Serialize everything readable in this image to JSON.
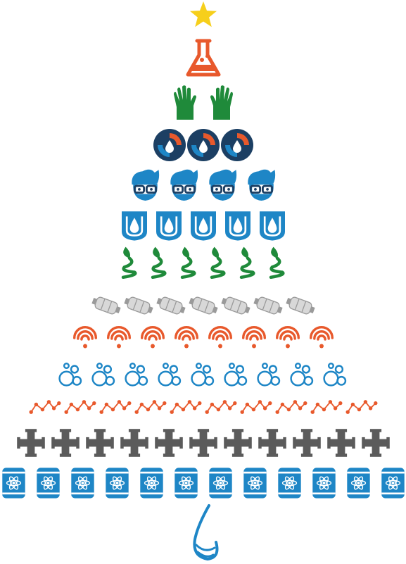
{
  "colors": {
    "star": "#f6cf1b",
    "orange": "#e8592c",
    "green": "#1f8a3a",
    "blue": "#1e86c6",
    "navy": "#1c3f63",
    "grey": "#5b5b5b",
    "skin": "#f2f2f2"
  },
  "tiers": [
    {
      "icon": "star-icon",
      "count": 1
    },
    {
      "icon": "flask-icon",
      "count": 1
    },
    {
      "icon": "glove-icon",
      "count": 2
    },
    {
      "icon": "recycle-drop-icon",
      "count": 3
    },
    {
      "icon": "scientist-face-icon",
      "count": 4
    },
    {
      "icon": "shield-drop-icon",
      "count": 5
    },
    {
      "icon": "sprout-icon",
      "count": 6
    },
    {
      "icon": "filter-cartridge-icon",
      "count": 7
    },
    {
      "icon": "wifi-signal-icon",
      "count": 8
    },
    {
      "icon": "bubbles-icon",
      "count": 9
    },
    {
      "icon": "molecule-chain-icon",
      "count": 10
    },
    {
      "icon": "pipe-cross-icon",
      "count": 11
    },
    {
      "icon": "atom-barrel-icon",
      "count": 12
    },
    {
      "icon": "water-drop-logo-icon",
      "count": 1
    }
  ]
}
